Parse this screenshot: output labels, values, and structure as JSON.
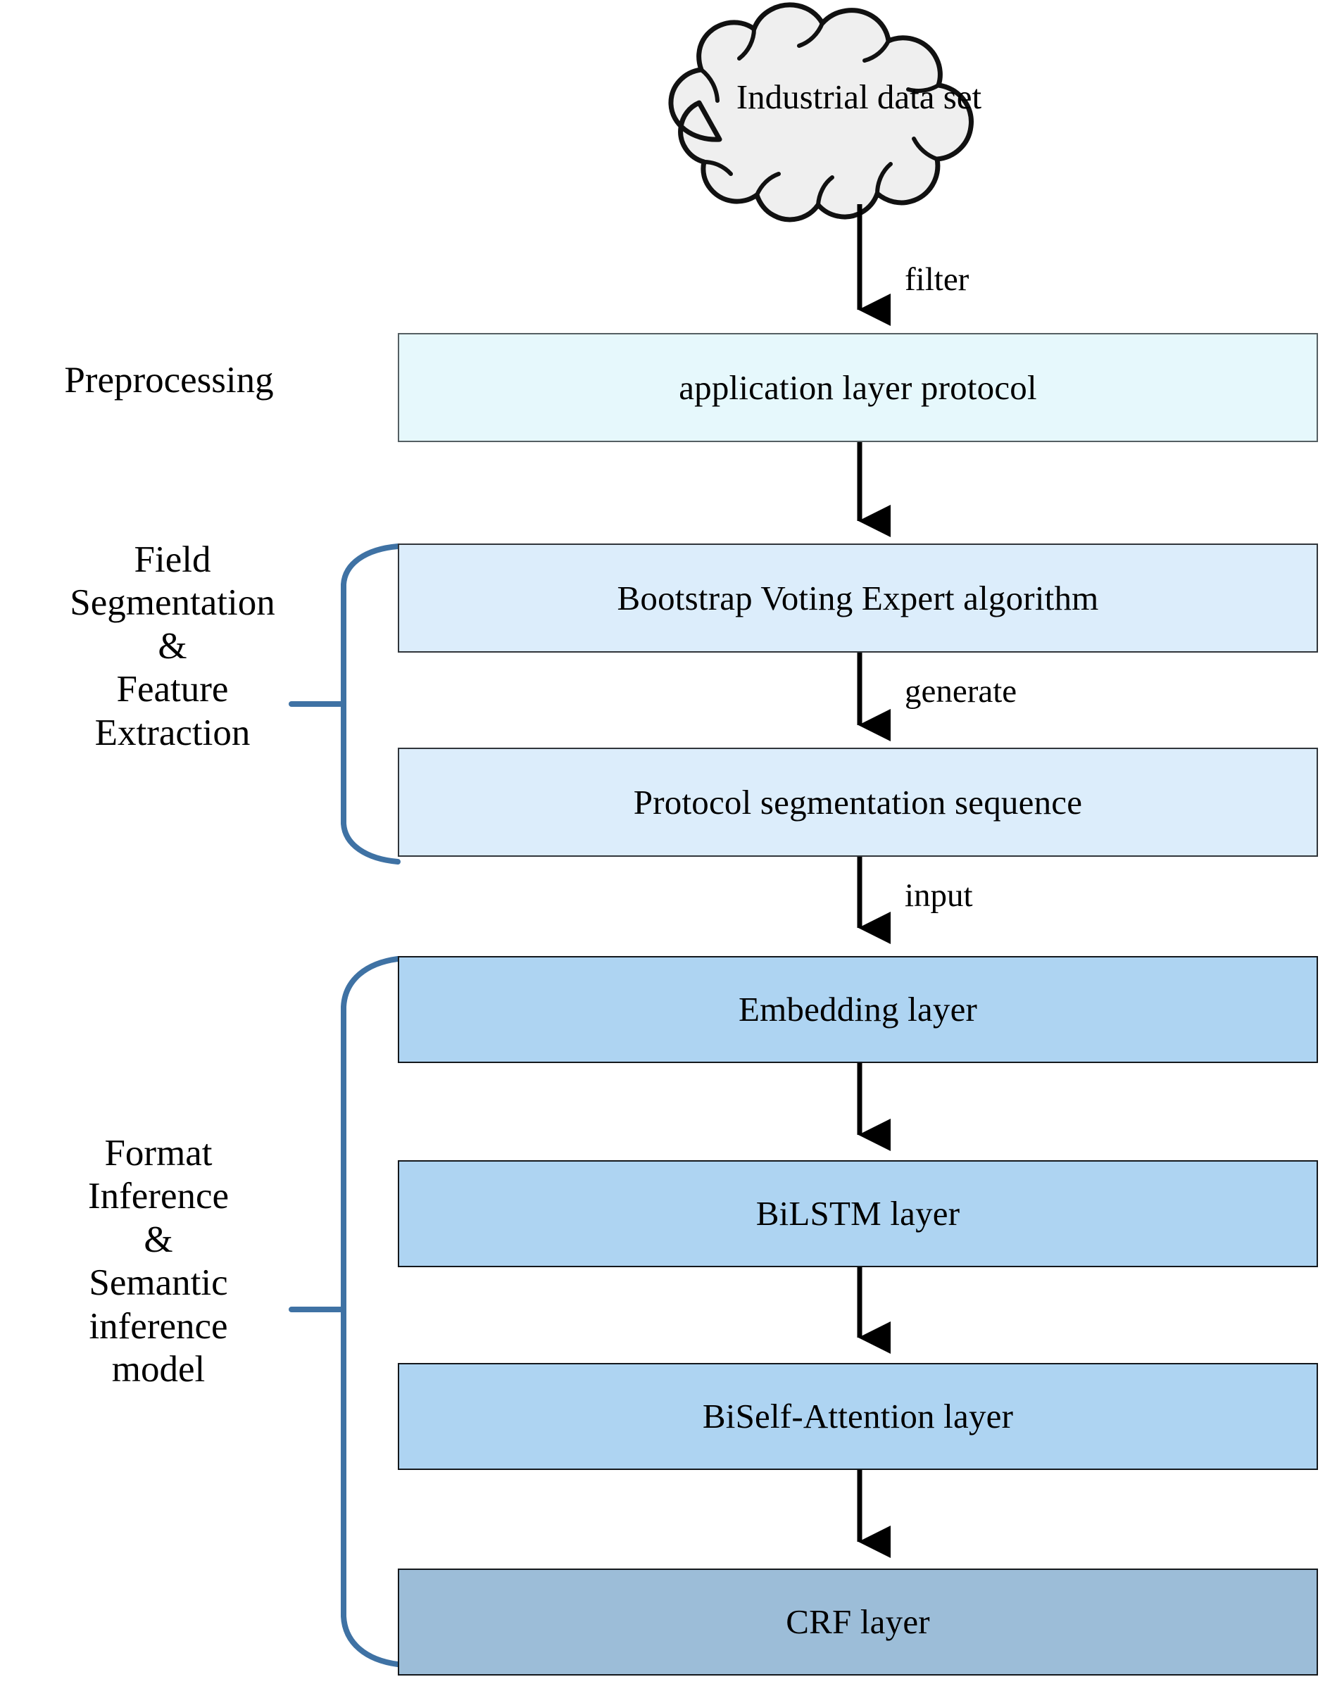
{
  "diagram": {
    "title": "Protocol reverse engineering pipeline",
    "source_node": {
      "shape": "cloud",
      "label": "Industrial\ndata set",
      "fill": "#efefef",
      "stroke": "#111111"
    },
    "stages": [
      {
        "id": "preprocessing",
        "label": "Preprocessing",
        "has_brace": false
      },
      {
        "id": "field-segmentation",
        "label": "Field\nSegmentation\n&\nFeature\nExtraction",
        "has_brace": true,
        "brace_color": "#3f72a4"
      },
      {
        "id": "format-inference",
        "label": "Format\nInference\n&\nSemantic\ninference\nmodel",
        "has_brace": true,
        "brace_color": "#3f72a4"
      }
    ],
    "nodes": [
      {
        "id": "application-layer-protocol",
        "label": "application layer protocol",
        "tier": 1,
        "fill": "#e6f8fc"
      },
      {
        "id": "bootstrap-voting-expert-algorithm",
        "label": "Bootstrap Voting Expert algorithm",
        "tier": 2,
        "fill": "#dcedfb"
      },
      {
        "id": "protocol-segmentation-sequence",
        "label": "Protocol segmentation sequence",
        "tier": 2,
        "fill": "#dcedfb"
      },
      {
        "id": "embedding-layer",
        "label": "Embedding layer",
        "tier": 3,
        "fill": "#aed4f2"
      },
      {
        "id": "bilstm-layer",
        "label": "BiLSTM layer",
        "tier": 3,
        "fill": "#aed4f2"
      },
      {
        "id": "biself-attention-layer",
        "label": "BiSelf-Attention layer",
        "tier": 3,
        "fill": "#aed4f2"
      },
      {
        "id": "crf-layer",
        "label": "CRF layer",
        "tier": 4,
        "fill": "#9cbdd8"
      }
    ],
    "edges": [
      {
        "id": "edge-filter",
        "from": "industrial-data-set",
        "to": "application-layer-protocol",
        "label": "filter"
      },
      {
        "id": "edge-1",
        "from": "application-layer-protocol",
        "to": "bootstrap-voting-expert-algorithm",
        "label": ""
      },
      {
        "id": "edge-generate",
        "from": "bootstrap-voting-expert-algorithm",
        "to": "protocol-segmentation-sequence",
        "label": "generate"
      },
      {
        "id": "edge-input",
        "from": "protocol-segmentation-sequence",
        "to": "embedding-layer",
        "label": "input"
      },
      {
        "id": "edge-2",
        "from": "embedding-layer",
        "to": "bilstm-layer",
        "label": ""
      },
      {
        "id": "edge-3",
        "from": "bilstm-layer",
        "to": "biself-attention-layer",
        "label": ""
      },
      {
        "id": "edge-4",
        "from": "biself-attention-layer",
        "to": "crf-layer",
        "label": ""
      }
    ],
    "colors": {
      "arrow": "#000000",
      "brace": "#3f72a4",
      "background": "#ffffff"
    }
  }
}
